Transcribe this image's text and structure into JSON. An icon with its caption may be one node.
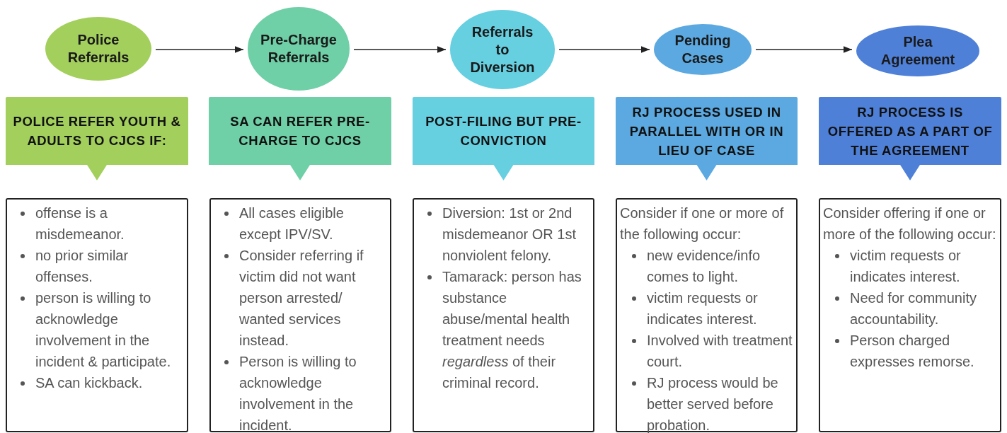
{
  "diagram": {
    "nodes": [
      {
        "text": [
          "Police Referrals"
        ]
      },
      {
        "text": [
          "Pre-Charge Referrals"
        ]
      },
      {
        "text": [
          "Referrals to Diversion"
        ]
      },
      {
        "text": [
          "Pending Cases"
        ]
      },
      {
        "text": [
          "Plea Agreement"
        ]
      },
      {
        "text": [
          "POLICE REFER YOUTH & ADULTS TO CJCS IF:"
        ]
      },
      {
        "text": [
          "SA CAN REFER PRE-CHARGE TO CJCS"
        ]
      },
      {
        "text": [
          "POST-FILING BUT PRE-CONVICTION"
        ]
      },
      {
        "text": [
          "RJ PROCESS USED IN PARALLEL WITH OR IN LIEU OF CASE"
        ]
      },
      {
        "text": [
          "RJ PROCESS IS OFFERED AS A PART OF THE AGREEMENT"
        ]
      },
      {
        "text": [
          "offense is a misdemeanor.",
          "no prior similar offenses.",
          "person is willing to acknowledge involvement in the incident & participate.",
          "SA can kickback."
        ]
      },
      {
        "text": [
          "All cases eligible except IPV/SV.",
          "Consider referring if victim did not want person arrested/ wanted services instead.",
          "Person is willing to acknowledge involvement in the incident."
        ]
      },
      {
        "text": [
          "Diversion: 1st or 2nd misdemeanor OR 1st nonviolent felony.",
          "Tamarack: person has substance abuse/mental health treatment needs *regardless* of their criminal record."
        ]
      },
      {
        "text": [
          "Consider if one or more of the following occur:",
          "new evidence/info comes to light.",
          "victim requests or indicates interest.",
          "Involved with treatment court.",
          "RJ process would be better served before probation."
        ]
      },
      {
        "text": [
          "Consider offering if one or more of the following occur:",
          "victim requests or indicates interest.",
          "Need for community accountability.",
          "Person charged expresses remorse."
        ]
      }
    ],
    "edges": [
      {
        "from": 0,
        "to": 1,
        "arrow": "to"
      },
      {
        "from": 1,
        "to": 2,
        "arrow": "to"
      },
      {
        "from": 2,
        "to": 3,
        "arrow": "to"
      },
      {
        "from": 3,
        "to": 4,
        "arrow": "to"
      }
    ]
  }
}
